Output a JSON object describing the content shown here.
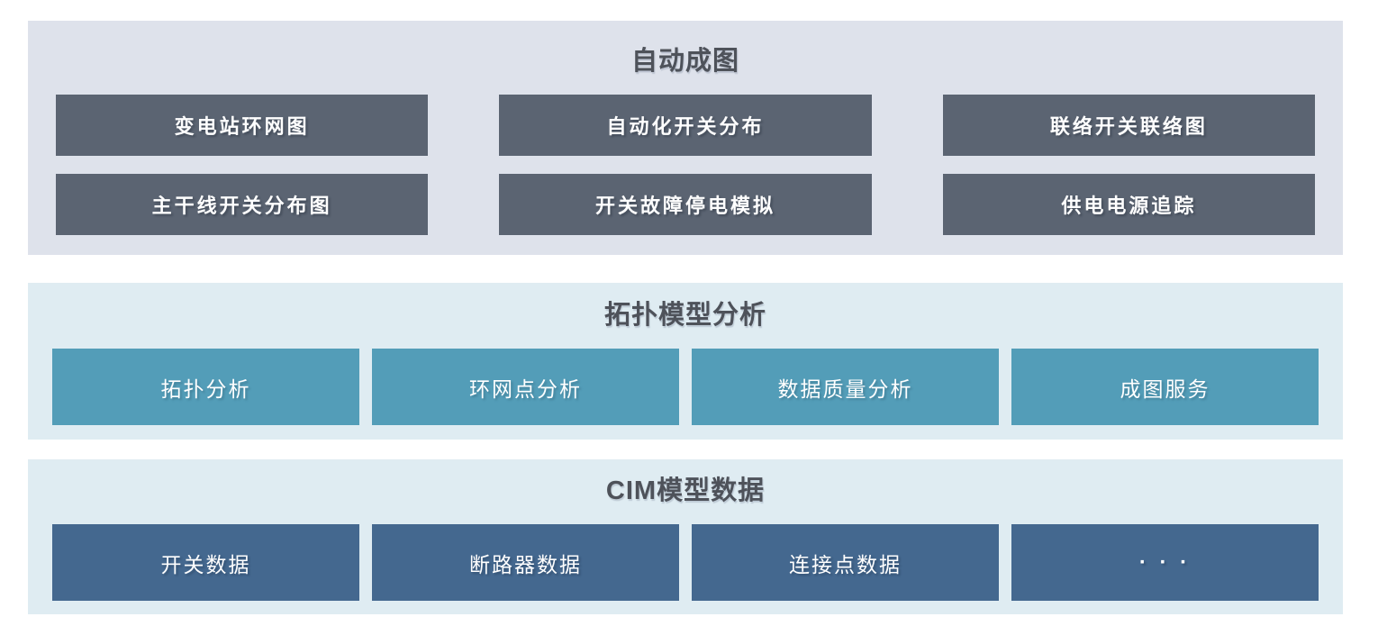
{
  "colors": {
    "page_bg": "#ffffff",
    "layer1_bg": "#dee2eb",
    "layer1_box_bg": "#5b6472",
    "layer2_bg": "#dfecf2",
    "layer2_box_bg": "#539db8",
    "layer3_bg": "#dfecf2",
    "layer3_box_bg": "#44688f",
    "title_text": "#4e525a",
    "box_text": "#ffffff"
  },
  "layers": [
    {
      "title": "自动成图",
      "items": [
        "变电站环网图",
        "自动化开关分布",
        "联络开关联络图",
        "主干线开关分布图",
        "开关故障停电模拟",
        "供电电源追踪"
      ]
    },
    {
      "title": "拓扑模型分析",
      "items": [
        "拓扑分析",
        "环网点分析",
        "数据质量分析",
        "成图服务"
      ]
    },
    {
      "title": "CIM模型数据",
      "items": [
        "开关数据",
        "断路器数据",
        "连接点数据",
        "· · ·"
      ]
    }
  ]
}
